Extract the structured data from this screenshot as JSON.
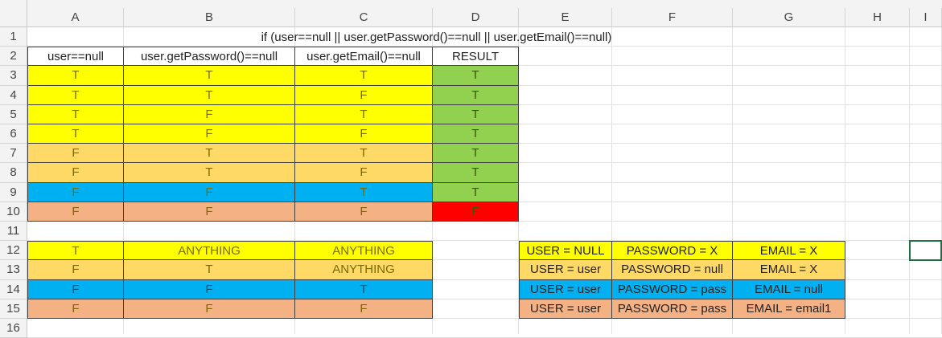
{
  "columns": [
    "A",
    "B",
    "C",
    "D",
    "E",
    "F",
    "G",
    "H",
    "I"
  ],
  "rows": [
    "1",
    "2",
    "3",
    "4",
    "5",
    "6",
    "7",
    "8",
    "9",
    "10",
    "11",
    "12",
    "13",
    "14",
    "15",
    "16"
  ],
  "colors": {
    "yellow": "#ffff00",
    "light_orange": "#ffd966",
    "blue": "#00b0f0",
    "salmon": "#f4b183",
    "green": "#92d050",
    "red": "#ff0000"
  },
  "title": "if (user==null || user.getPassword()==null || user.getEmail()==null)",
  "headers": [
    "user==null",
    "user.getPassword()==null",
    "user.getEmail()==null",
    "RESULT"
  ],
  "truth_table": [
    {
      "row": 3,
      "values": [
        "T",
        "T",
        "T",
        "T"
      ],
      "fill": "yellow"
    },
    {
      "row": 4,
      "values": [
        "T",
        "T",
        "F",
        "T"
      ],
      "fill": "yellow"
    },
    {
      "row": 5,
      "values": [
        "T",
        "F",
        "T",
        "T"
      ],
      "fill": "yellow"
    },
    {
      "row": 6,
      "values": [
        "T",
        "F",
        "F",
        "T"
      ],
      "fill": "yellow"
    },
    {
      "row": 7,
      "values": [
        "F",
        "T",
        "T",
        "T"
      ],
      "fill": "light_orange"
    },
    {
      "row": 8,
      "values": [
        "F",
        "T",
        "F",
        "T"
      ],
      "fill": "light_orange"
    },
    {
      "row": 9,
      "values": [
        "F",
        "F",
        "T",
        "T"
      ],
      "fill": "blue"
    },
    {
      "row": 10,
      "values": [
        "F",
        "F",
        "F",
        "F"
      ],
      "fill": "salmon",
      "result_fill": "red"
    }
  ],
  "summary": [
    {
      "row": 12,
      "values": [
        "T",
        "ANYTHING",
        "ANYTHING"
      ],
      "fill": "yellow"
    },
    {
      "row": 13,
      "values": [
        "F",
        "T",
        "ANYTHING"
      ],
      "fill": "light_orange"
    },
    {
      "row": 14,
      "values": [
        "F",
        "F",
        "T"
      ],
      "fill": "blue"
    },
    {
      "row": 15,
      "values": [
        "F",
        "F",
        "F"
      ],
      "fill": "salmon"
    }
  ],
  "examples": [
    {
      "row": 12,
      "values": [
        "USER = NULL",
        "PASSWORD = X",
        "EMAIL = X"
      ],
      "fill": "yellow"
    },
    {
      "row": 13,
      "values": [
        "USER = user",
        "PASSWORD = null",
        "EMAIL = X"
      ],
      "fill": "light_orange"
    },
    {
      "row": 14,
      "values": [
        "USER = user",
        "PASSWORD = pass",
        "EMAIL = null"
      ],
      "fill": "blue"
    },
    {
      "row": 15,
      "values": [
        "USER = user",
        "PASSWORD = pass",
        "EMAIL = email1"
      ],
      "fill": "salmon"
    }
  ]
}
